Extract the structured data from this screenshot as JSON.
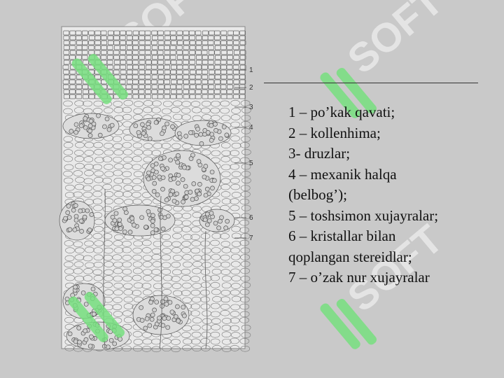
{
  "slide": {
    "background": "#c9c9c9",
    "figure": {
      "kind": "histological drawing of bark cross-section",
      "callout_numbers": [
        "1",
        "2",
        "3",
        "4",
        "5",
        "6",
        "7"
      ]
    },
    "legend_lines": [
      "1 – po’kak qavati;",
      "2 – kollenhima;",
      "3- druzlar;",
      "4 – mexanik halqa",
      "(belbog’);",
      "5 – toshsimon xujayralar;",
      "6 – kristallar bilan",
      "qoplangan stereidlar;",
      "7 – o’zak nur xujayralar"
    ],
    "watermark": {
      "text": "SOFT",
      "colors": {
        "text": "#e4e4e4",
        "logo": "#77e07f"
      }
    }
  }
}
